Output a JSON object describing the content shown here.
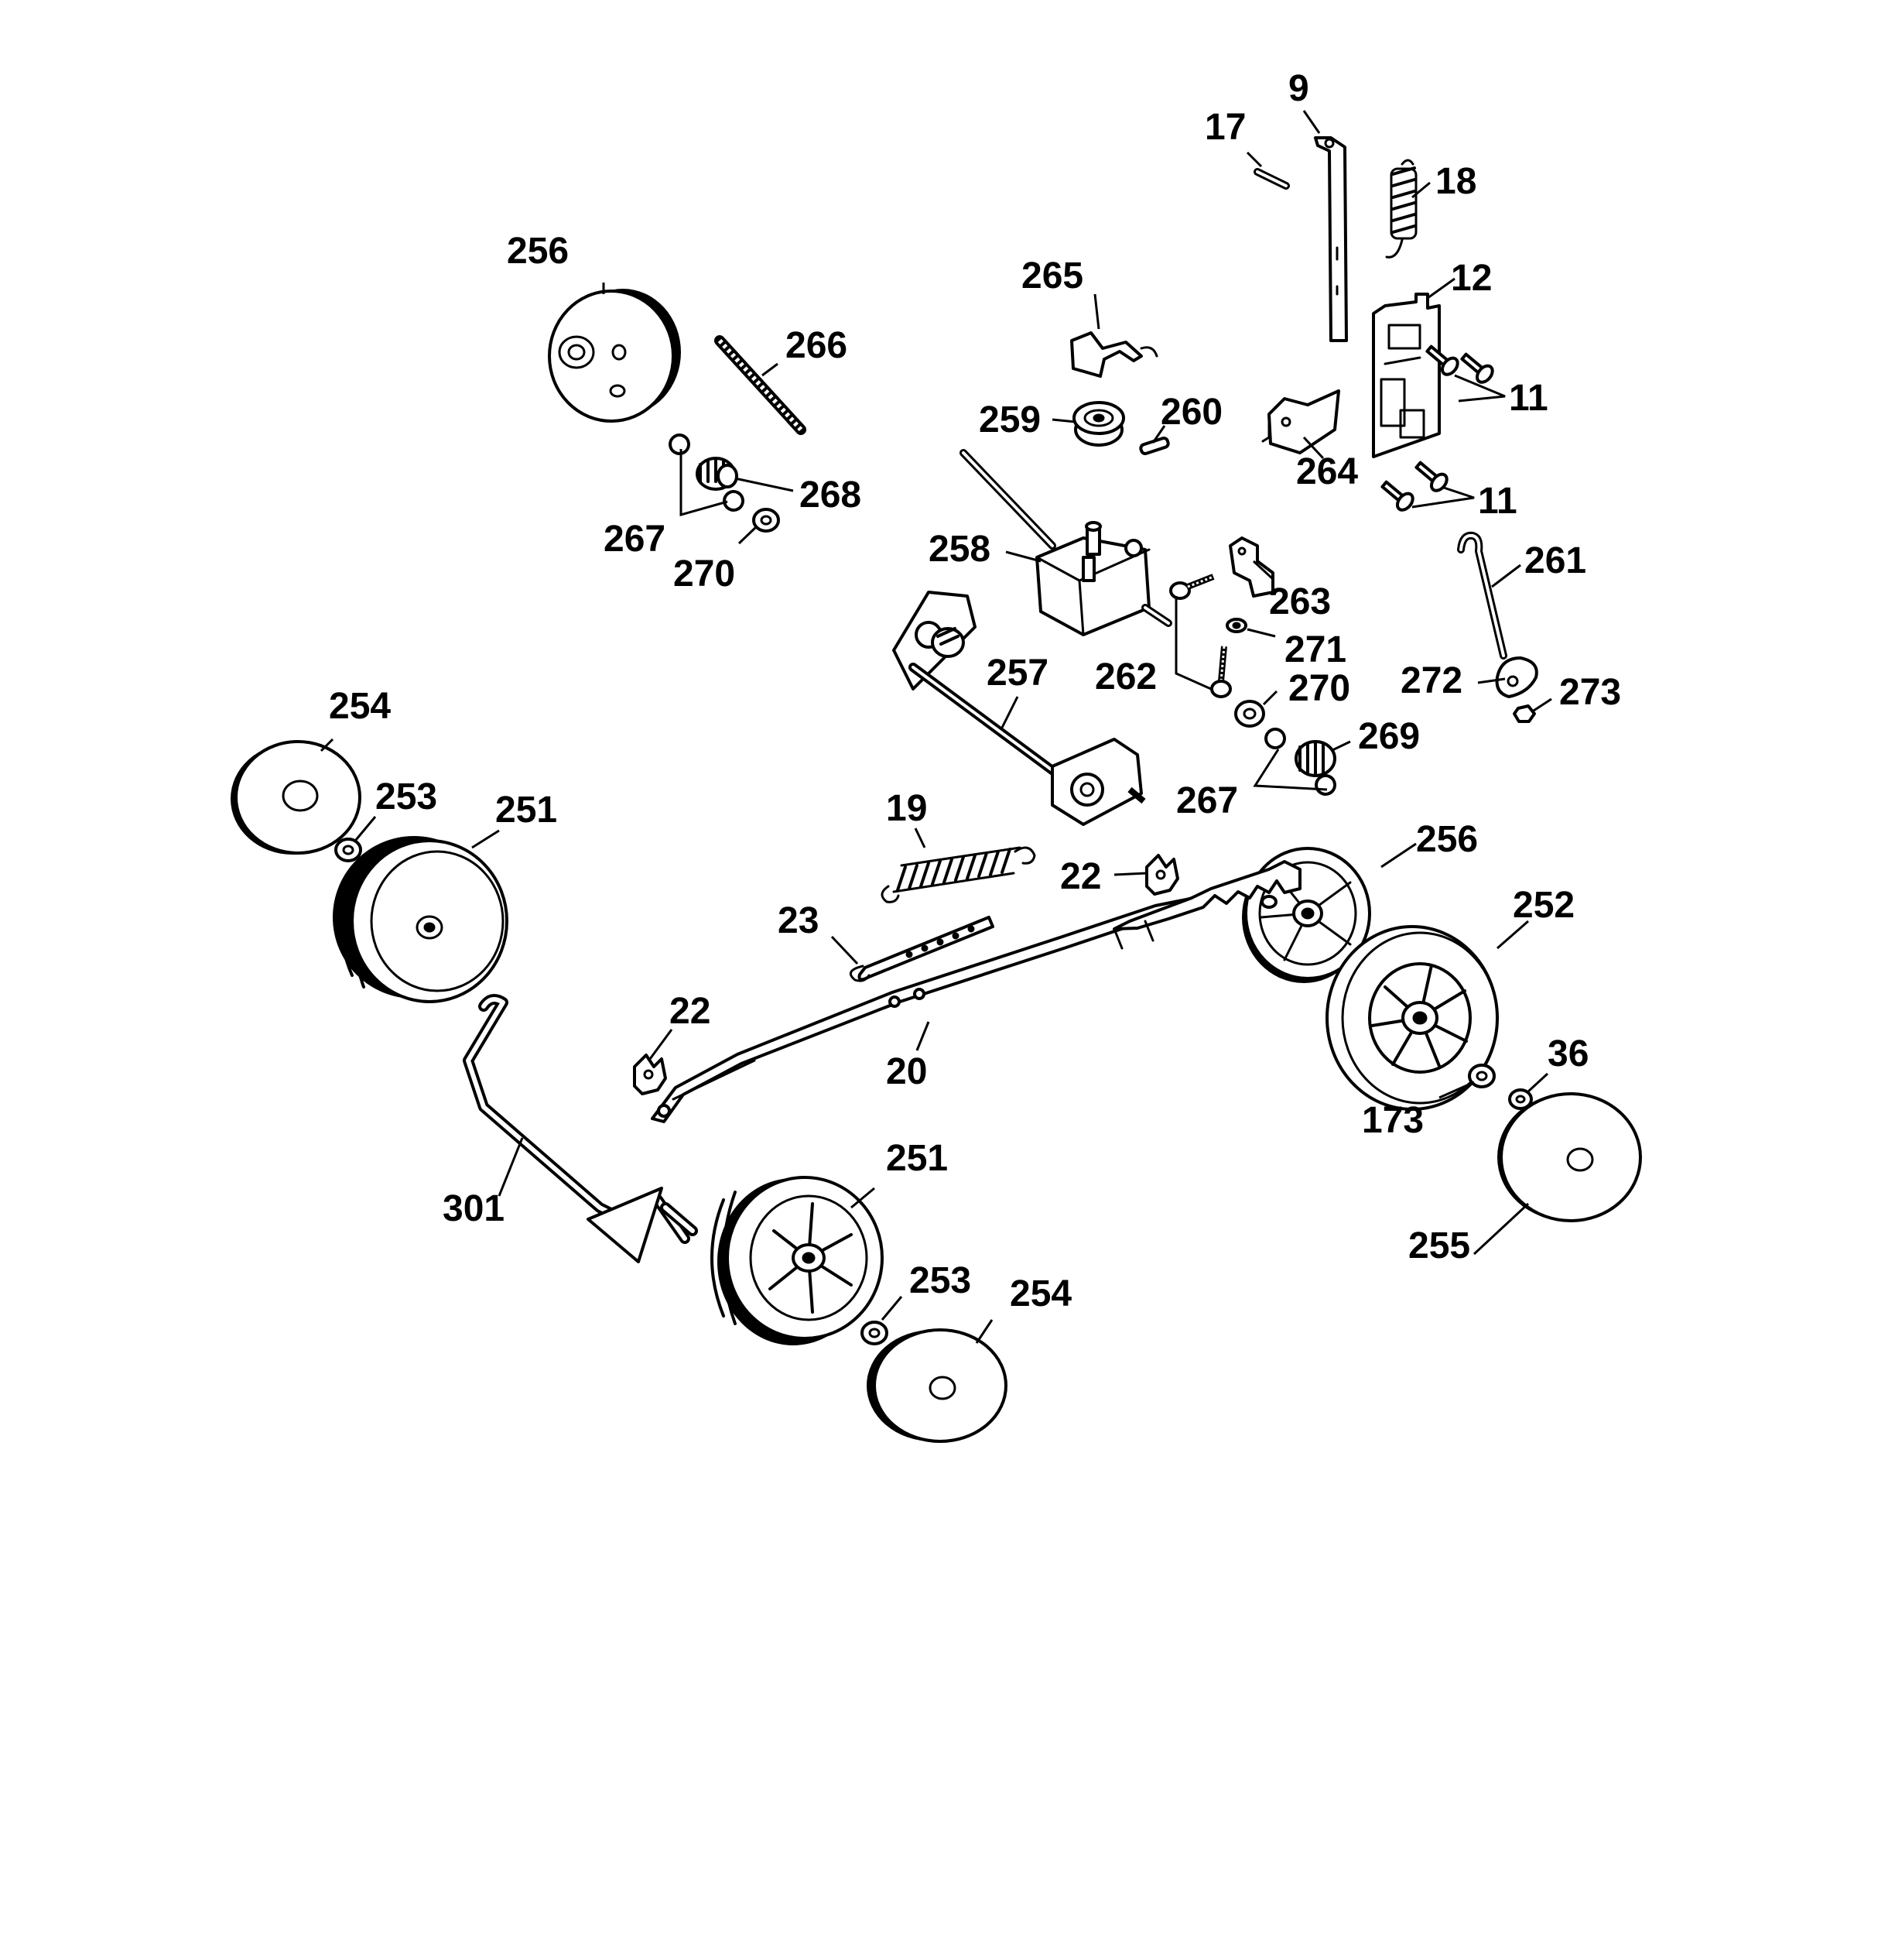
{
  "colors": {
    "ink": "#000000",
    "paper": "#ffffff"
  },
  "labels": {
    "p9": "9",
    "p17": "17",
    "p18": "18",
    "p12": "12",
    "p11a": "11",
    "p11b": "11",
    "p256a": "256",
    "p266": "266",
    "p265": "265",
    "p259": "259",
    "p260": "260",
    "p264": "264",
    "p268": "268",
    "p267a": "267",
    "p270a": "270",
    "p258": "258",
    "p263": "263",
    "p261": "261",
    "p271": "271",
    "p262": "262",
    "p270b": "270",
    "p272": "272",
    "p273": "273",
    "p257": "257",
    "p254a": "254",
    "p253a": "253",
    "p251a": "251",
    "p269": "269",
    "p267b": "267",
    "p19": "19",
    "p256b": "256",
    "p22a": "22",
    "p252": "252",
    "p23": "23",
    "p22b": "22",
    "p20": "20",
    "p36": "36",
    "p173": "173",
    "p301": "301",
    "p251b": "251",
    "p253b": "253",
    "p254b": "254",
    "p255": "255"
  }
}
